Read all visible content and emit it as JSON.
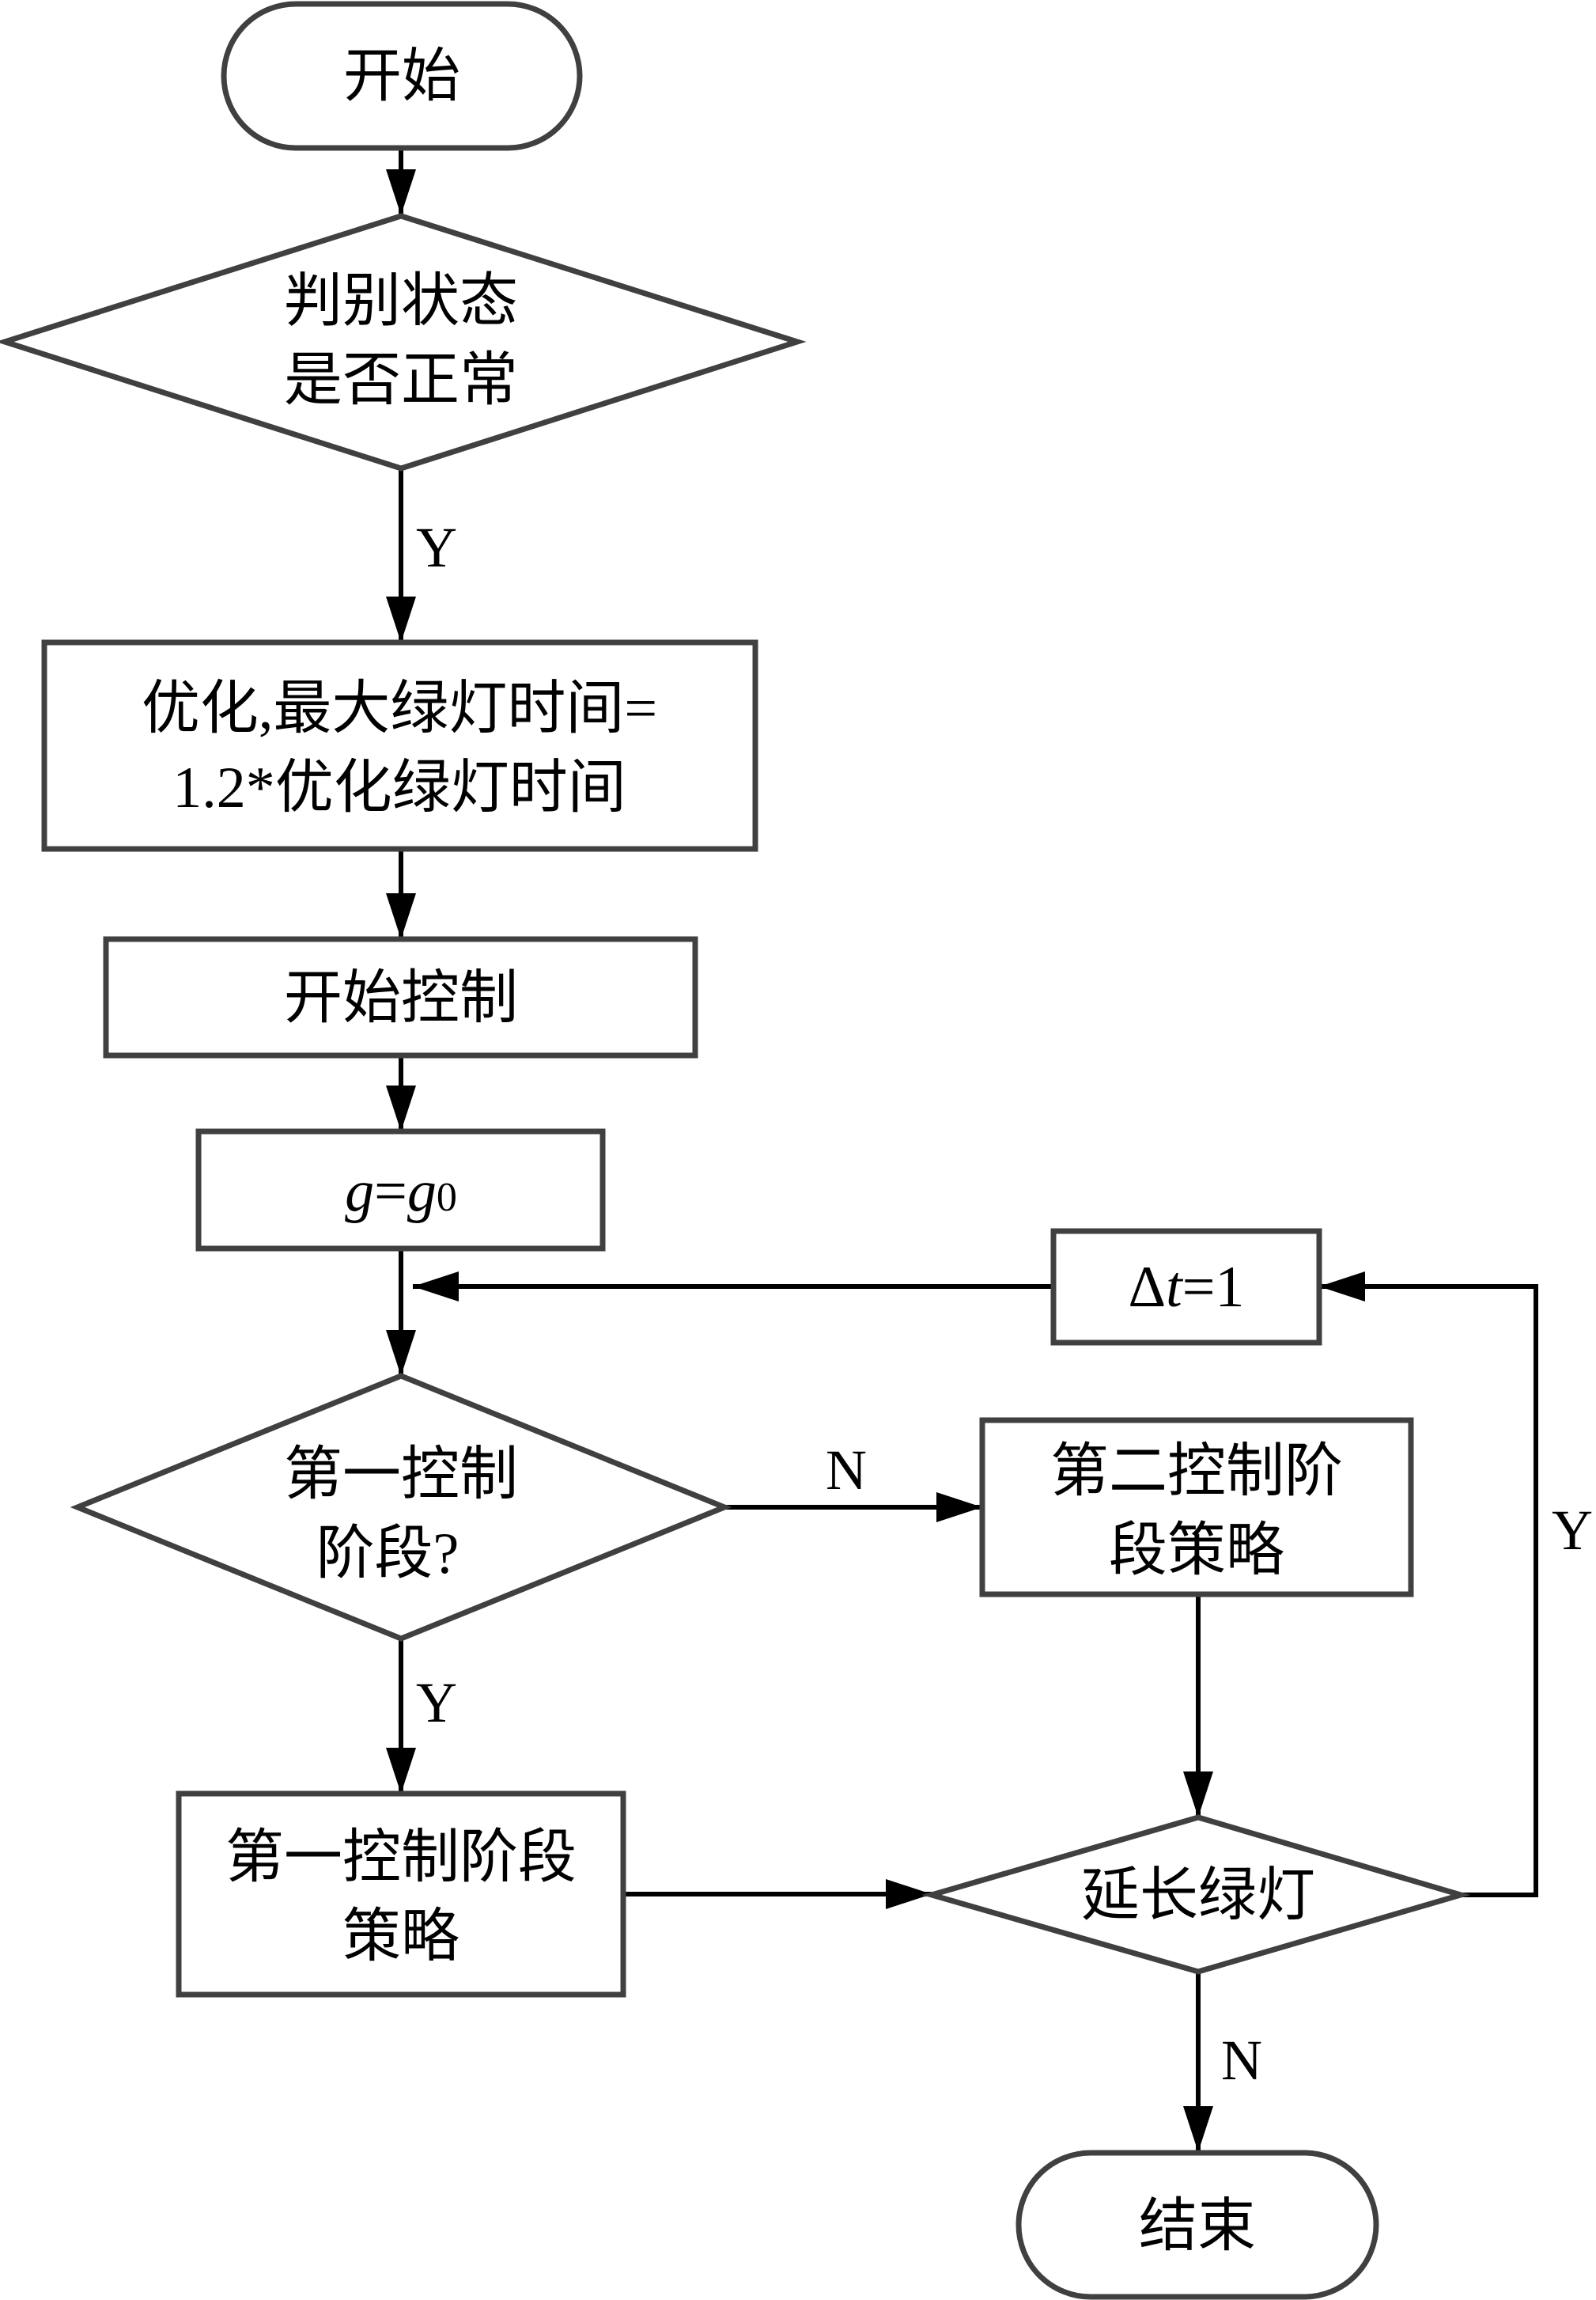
{
  "diagram": {
    "type": "flowchart",
    "nodes": {
      "start": {
        "shape": "terminal",
        "lines": [
          "开始"
        ]
      },
      "check_state": {
        "shape": "decision",
        "lines": [
          "判别状态",
          "是否正常"
        ]
      },
      "optimize": {
        "shape": "process",
        "lines": [
          "优化,最大绿灯时间=",
          "1.2*优化绿灯时间"
        ]
      },
      "begin_control": {
        "shape": "process",
        "lines": [
          "开始控制"
        ]
      },
      "init_g": {
        "shape": "process",
        "g": "g",
        "eq": "=",
        "g0": "g",
        "sub": "0"
      },
      "delta_t": {
        "shape": "process",
        "delta": "Δ",
        "t": "t",
        "rest": "=1"
      },
      "first_stage": {
        "shape": "decision",
        "lines": [
          "第一控制",
          "阶段?"
        ]
      },
      "second_strategy": {
        "shape": "process",
        "lines": [
          "第二控制阶",
          "段策略"
        ]
      },
      "first_strategy": {
        "shape": "process",
        "lines": [
          "第一控制阶段",
          "策略"
        ]
      },
      "extend_green": {
        "shape": "decision",
        "lines": [
          "延长绿灯"
        ]
      },
      "end": {
        "shape": "terminal",
        "lines": [
          "结束"
        ]
      }
    },
    "edges": [
      {
        "from": "start",
        "to": "check_state",
        "label": ""
      },
      {
        "from": "check_state",
        "to": "optimize",
        "label": "Y"
      },
      {
        "from": "optimize",
        "to": "begin_control",
        "label": ""
      },
      {
        "from": "begin_control",
        "to": "init_g",
        "label": ""
      },
      {
        "from": "init_g",
        "to": "first_stage",
        "label": ""
      },
      {
        "from": "first_stage",
        "to": "second_strategy",
        "label": "N"
      },
      {
        "from": "first_stage",
        "to": "first_strategy",
        "label": "Y"
      },
      {
        "from": "second_strategy",
        "to": "extend_green",
        "label": ""
      },
      {
        "from": "first_strategy",
        "to": "extend_green",
        "label": ""
      },
      {
        "from": "extend_green",
        "to": "delta_t",
        "label": "Y"
      },
      {
        "from": "delta_t",
        "to": "first_stage",
        "label": ""
      },
      {
        "from": "extend_green",
        "to": "end",
        "label": "N"
      }
    ],
    "edge_labels": {
      "check_state_yes": "Y",
      "first_stage_no": "N",
      "first_stage_yes": "Y",
      "extend_green_yes": "Y",
      "extend_green_no": "N"
    }
  }
}
